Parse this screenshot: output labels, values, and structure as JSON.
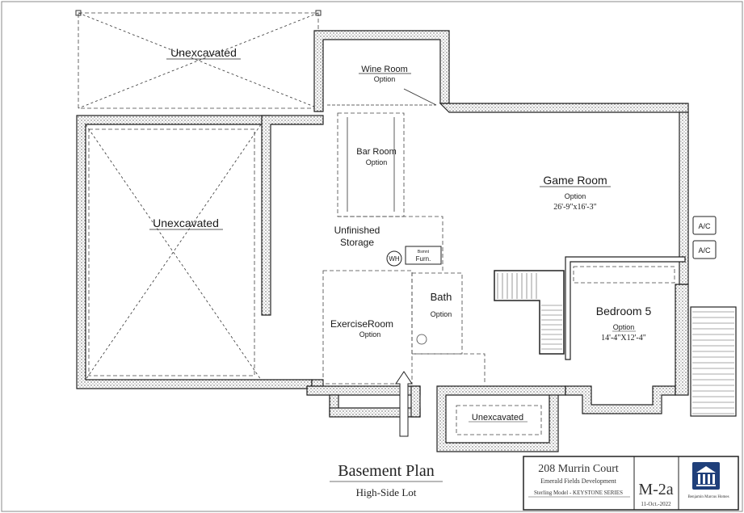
{
  "rooms": {
    "unexcavated_top": "Unexcavated",
    "unexcavated_left": "Unexcavated",
    "unexcavated_bottom": "Unexcavated",
    "wine_room": "Wine Room",
    "wine_room_option": "Option",
    "bar_room": "Bar Room",
    "bar_room_option": "Option",
    "game_room": "Game Room",
    "game_room_option": "Option",
    "game_room_dims": "26'-9\"x16'-3\"",
    "unfinished_storage_1": "Unfinished",
    "unfinished_storage_2": "Storage",
    "wh": "WH",
    "furn_1": "Bsmnt",
    "furn_2": "Furn.",
    "bath": "Bath",
    "bath_option": "Option",
    "exercise_room": "ExerciseRoom",
    "exercise_option": "Option",
    "bedroom": "Bedroom 5",
    "bedroom_option": "Option",
    "bedroom_dims": "14'-4\"X12'-4\"",
    "ac_1": "A/C",
    "ac_2": "A/C"
  },
  "title": {
    "plan_name": "Basement Plan",
    "lot": "High-Side Lot"
  },
  "title_block": {
    "address": "208 Murrin Court",
    "development": "Emerald Fields Development",
    "model": "Sterling Model - KEYSTONE SERIES",
    "sheet": "M-2a",
    "date": "11-Oct.-2022",
    "logo_caption": "Benjamin Marcus Homes"
  }
}
